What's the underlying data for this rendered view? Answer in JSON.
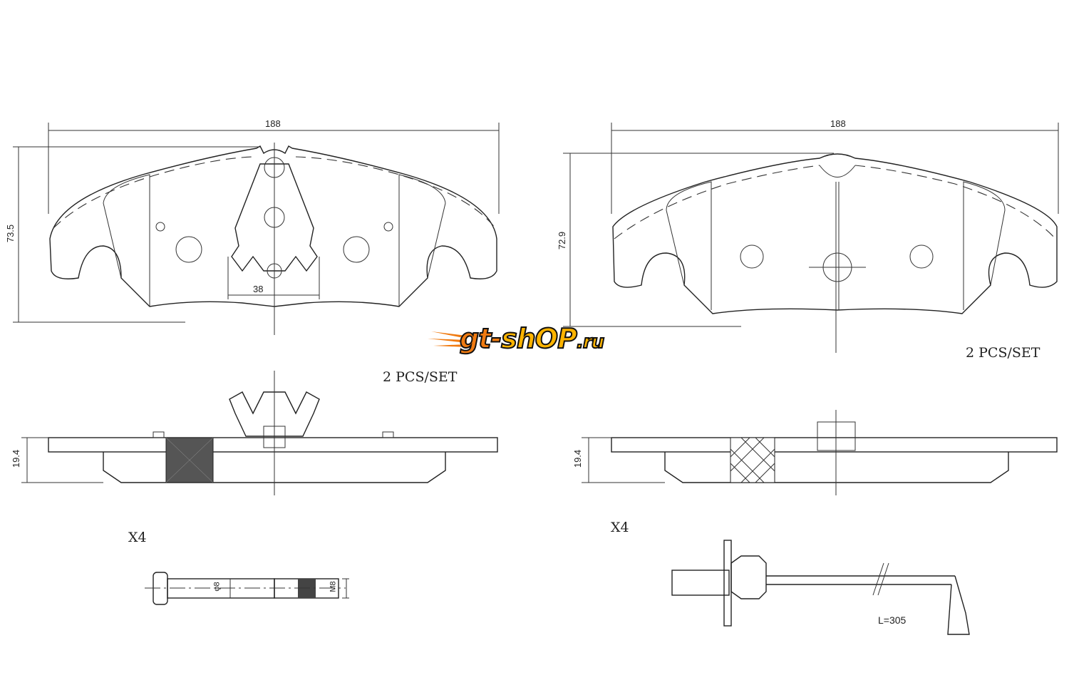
{
  "left_pad": {
    "width_dim": "188",
    "height_dim": "73.5",
    "clip_dim": "38",
    "set_label": "2 PCS/SET",
    "thickness_dim": "19.4",
    "quantity_label": "X4"
  },
  "right_pad": {
    "width_dim": "188",
    "height_dim": "72.9",
    "set_label": "2 PCS/SET",
    "thickness_dim": "19.4",
    "quantity_label": "X4"
  },
  "bolt": {
    "shank_dim": "φ8",
    "thread_dim": "M8"
  },
  "sensor": {
    "length_label": "L=305"
  },
  "watermark": {
    "text_gt": "gt-",
    "text_shop": "shOP",
    "text_ru": ".ru",
    "full": "gt-shop.ru"
  },
  "colors": {
    "logo_orange": "#f07a10",
    "logo_yellow": "#ffb400",
    "line": "#222222"
  }
}
